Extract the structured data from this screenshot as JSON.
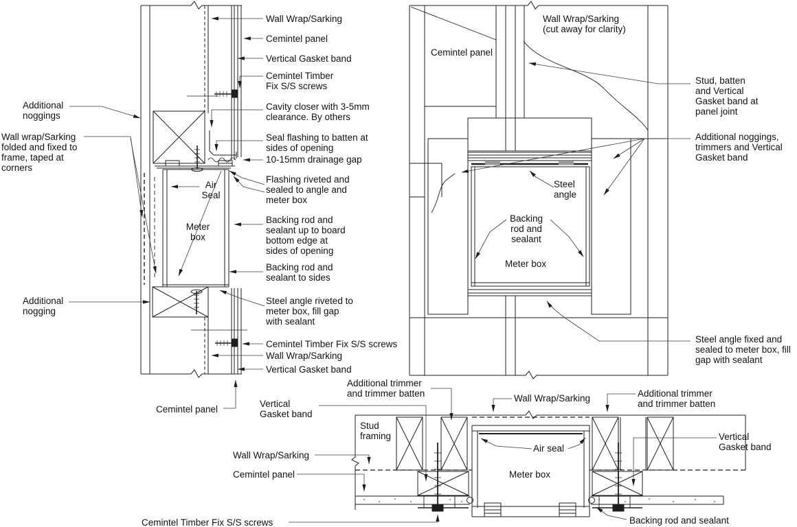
{
  "drawing": {
    "type": "construction-detail",
    "background_color": "#ffffff",
    "line_color": "#1d1d1d",
    "leader_color": "#3a3a3a",
    "details": {
      "section": {
        "name": "meter-box-vertical-section",
        "labels": {
          "wall_wrap_top": "Wall Wrap/Sarking",
          "cemintel_panel_top": "Cemintel panel",
          "vertical_gasket_band_top": "Vertical Gasket band",
          "timber_fix_screws_top": "Cemintel Timber\nFix S/S screws",
          "cavity_closer": "Cavity closer with 3-5mm\nclearance. By others",
          "seal_flashing": "Seal flashing to batten at\nsides of opening",
          "drainage_gap": "10-15mm drainage gap",
          "flashing_riveted": "Flashing riveted and\nsealed to angle and\nmeter box",
          "backing_rod_board": "Backing rod and\nsealant up to board\nbottom edge at\nsides of opening",
          "backing_rod_sides": "Backing rod and\nsealant to sides",
          "steel_angle_riveted": "Steel angle riveted to\nmeter box, fill gap\nwith sealant",
          "timber_fix_screws_bottom": "Cemintel Timber Fix S/S screws",
          "wall_wrap_bottom": "Wall Wrap/Sarking",
          "vertical_gasket_band_bottom": "Vertical Gasket band",
          "additional_noggings": "Additional\nnoggings",
          "wall_wrap_folded": "Wall wrap/Sarking\nfolded and fixed to\nframe, taped at\ncorners",
          "additional_nogging": "Additional\nnogging",
          "cemintel_panel_bottom": "Cemintel panel",
          "air_seal": "Air\nSeal",
          "meter_box": "Meter\nbox"
        }
      },
      "elevation": {
        "name": "meter-box-elevation",
        "labels": {
          "wall_wrap_cutaway": "Wall Wrap/Sarking\n(cut away for clarity)",
          "cemintel_panel": "Cemintel panel",
          "stud_batten_gasket": "Stud, batten\nand Vertical\nGasket band at\npanel joint",
          "additional_noggings_trimmers": "Additional noggings,\ntrimmers and Vertical\nGasket band",
          "steel_angle": "Steel\nangle",
          "backing_rod_sealant": "Backing\nrod and\nsealant",
          "meter_box": "Meter box",
          "steel_angle_fixed": "Steel angle fixed and\nsealed to meter box, fill\ngap with sealant"
        }
      },
      "plan": {
        "name": "meter-box-horizontal-section",
        "labels": {
          "additional_trimmer_left": "Additional trimmer\nand trimmer batten",
          "vertical_gasket_band_left": "Vertical\nGasket band",
          "stud_framing": "Stud\nframing",
          "wall_wrap_left": "Wall Wrap/Sarking",
          "cemintel_panel_left": "Cemintel panel",
          "timber_fix_screws": "Cemintel Timber Fix S/S screws",
          "wall_wrap_top": "Wall Wrap/Sarking",
          "air_seal": "Air seal",
          "meter_box": "Meter box",
          "additional_trimmer_right": "Additional trimmer\nand trimmer batten",
          "vertical_gasket_band_right": "Vertical\nGasket band",
          "backing_rod_sealant": "Backing rod and sealant"
        }
      }
    }
  }
}
